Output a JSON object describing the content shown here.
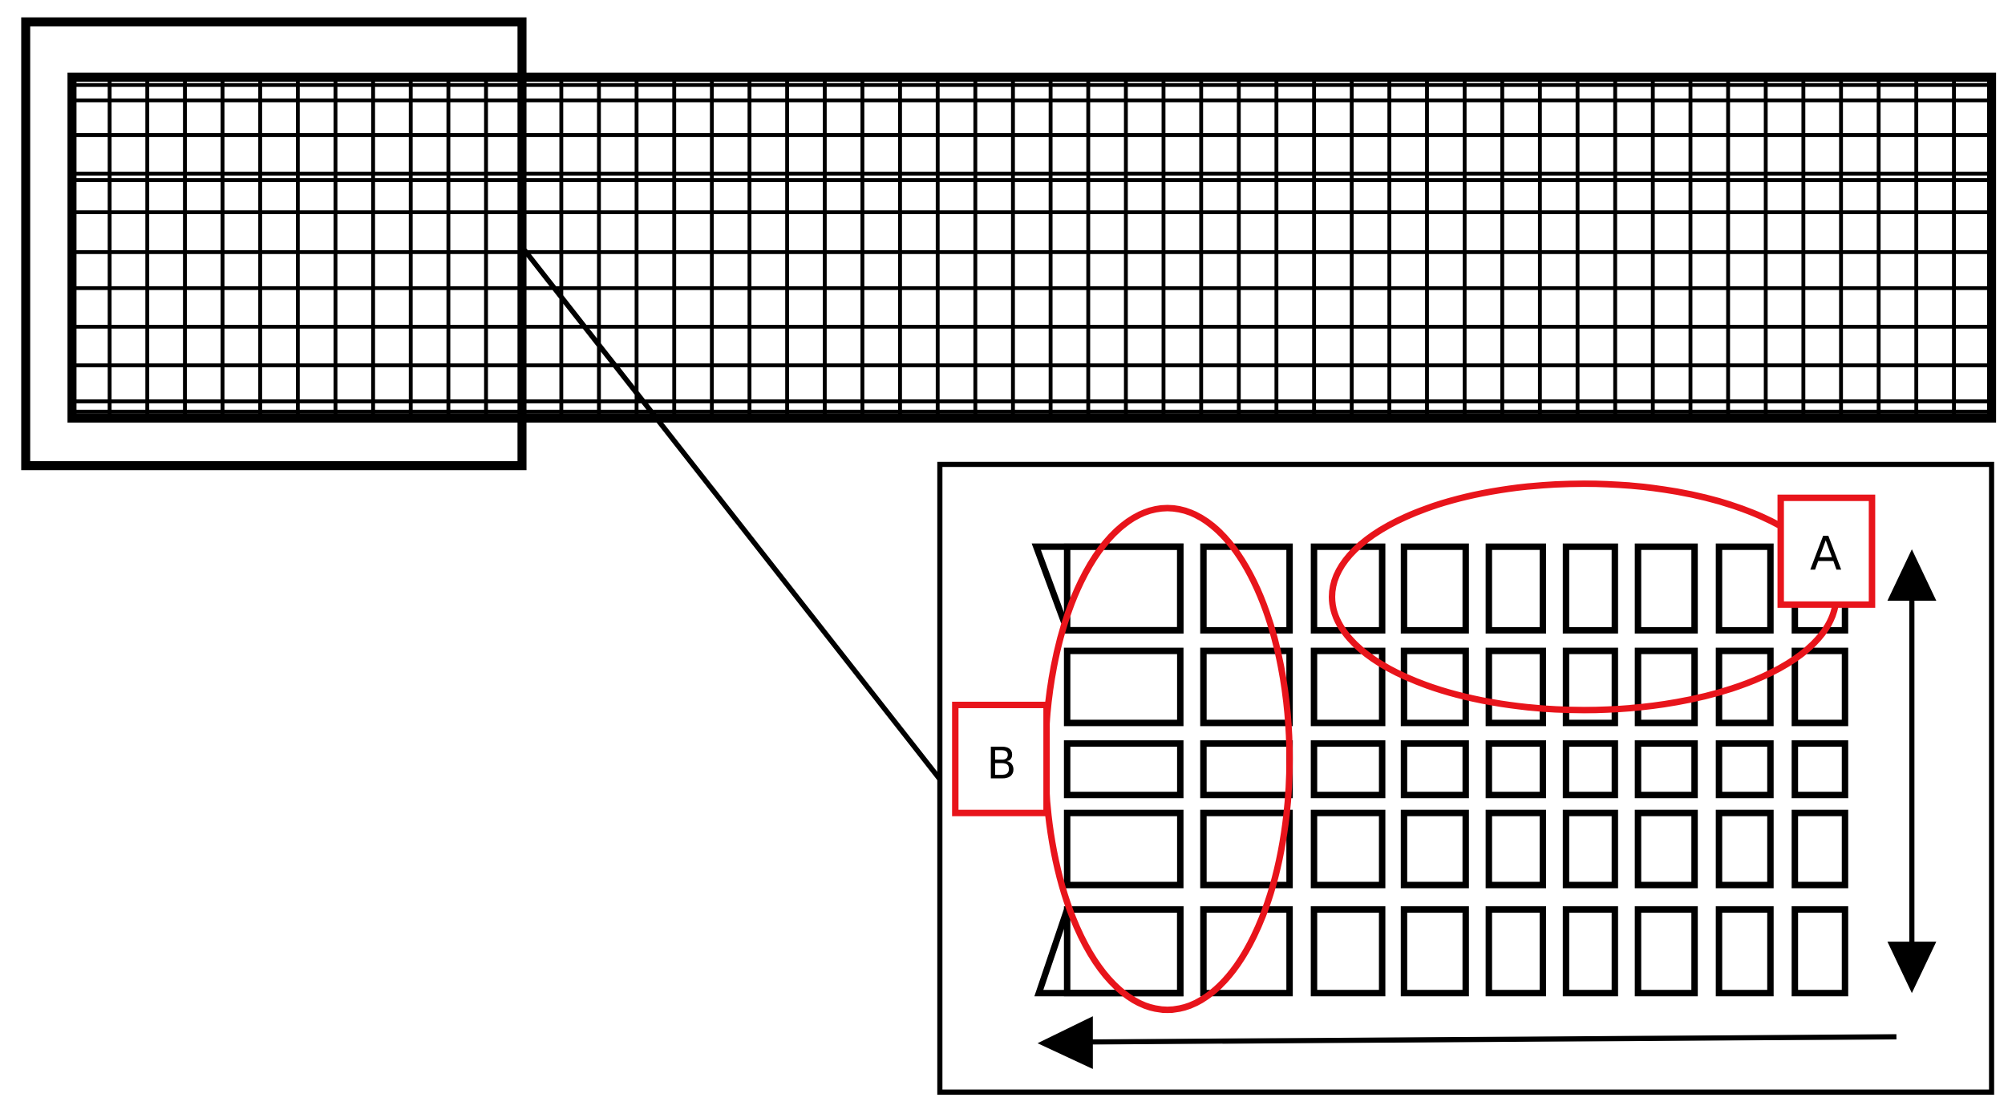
{
  "labels": {
    "a": "A",
    "b": "B"
  },
  "colors": {
    "line": "#000000",
    "highlight": "#e8141b",
    "background": "#ffffff"
  },
  "grid": {
    "rows": 10,
    "columns": 51
  }
}
